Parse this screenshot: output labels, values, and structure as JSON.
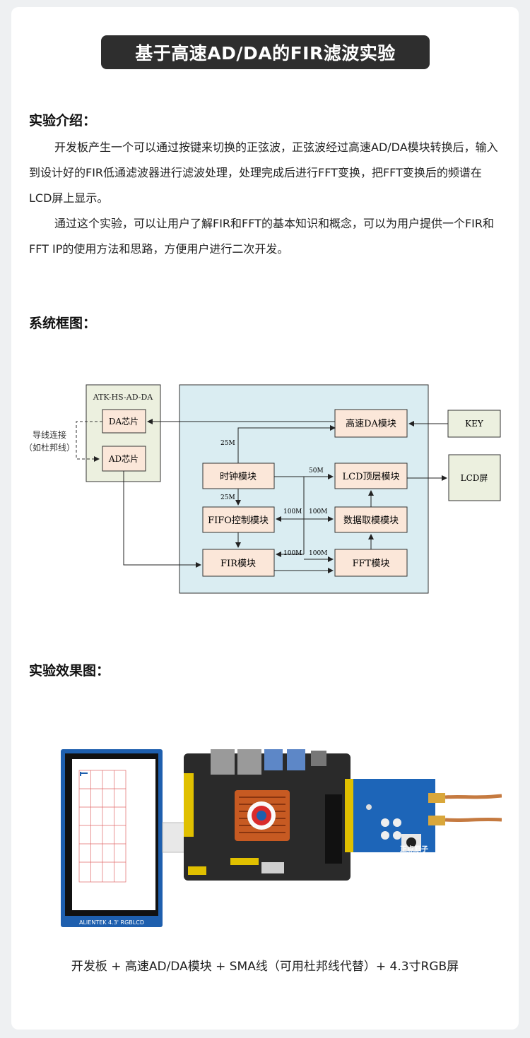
{
  "title": "基于高速AD/DA的FIR滤波实验",
  "sections": {
    "intro": {
      "heading": "实验介绍：",
      "paragraphs": [
        "开发板产生一个可以通过按键来切换的正弦波，正弦波经过高速AD/DA模块转换后，输入到设计好的FIR低通滤波器进行滤波处理，处理完成后进行FFT变换，把FFT变换后的频谱在LCD屏上显示。",
        "通过这个实验，可以让用户了解FIR和FFT的基本知识和概念，可以为用户提供一个FIR和FFT IP的使用方法和思路，方便用户进行二次开发。"
      ]
    },
    "diagram": {
      "heading": "系统框图：",
      "adda_module_title": "ATK-HS-AD-DA",
      "blocks": {
        "da_chip": "DA芯片",
        "ad_chip": "AD芯片",
        "da_module": "高速DA模块",
        "key": "KEY",
        "clock": "时钟模块",
        "lcd_top": "LCD顶层模块",
        "lcd_screen": "LCD屏",
        "fifo": "FIFO控制模块",
        "data_fetch": "数据取模模块",
        "fir": "FIR模块",
        "fft": "FFT模块"
      },
      "wire_note_line1": "导线连接",
      "wire_note_line2": "（如杜邦线）",
      "freq_labels": {
        "clk_up": "25M",
        "clk_down": "25M",
        "lcd_clk": "50M",
        "fifo_left": "100M",
        "fifo_right": "100M",
        "fir_left": "100M",
        "fir_right": "100M"
      },
      "colors": {
        "fpga_bg": "#daedf2",
        "module_bg": "#ecf0df",
        "block_bg": "#fbe7d9"
      }
    },
    "result": {
      "heading": "实验效果图：",
      "lcd_brand": "ALIENTEK 4.3' RGBLCD",
      "adda_board_brand": "正点原子",
      "caption": "开发板 + 高速AD/DA模块 + SMA线（可用杜邦线代替）+ 4.3寸RGB屏"
    }
  }
}
